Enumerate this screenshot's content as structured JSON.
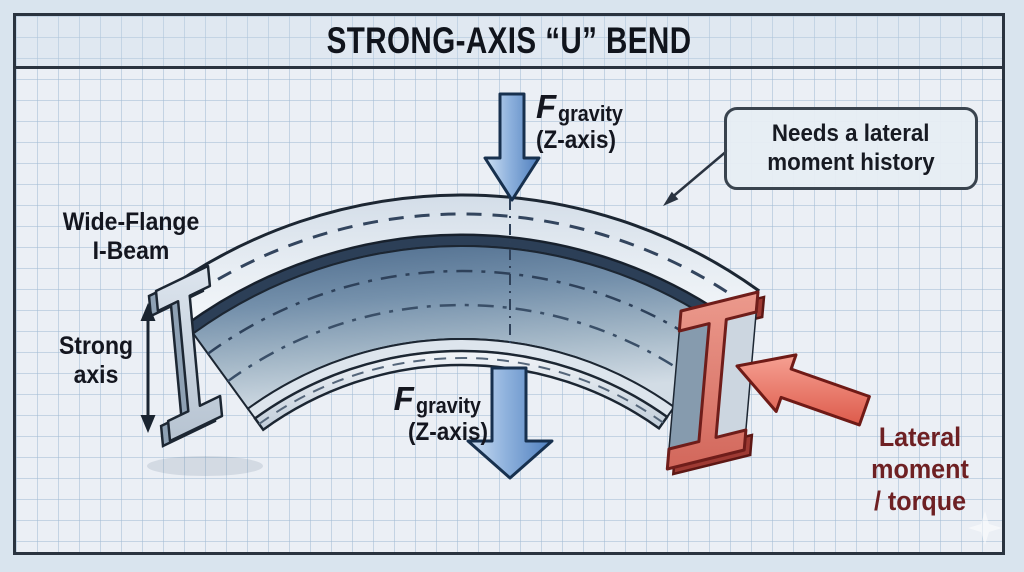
{
  "title": "STRONG-AXIS “U” BEND",
  "labels": {
    "fgravity_top": {
      "f": "F",
      "sub": "gravity",
      "axis": "(Z-axis)"
    },
    "fgravity_bottom": {
      "f": "F",
      "sub": "gravity",
      "axis": "(Z-axis)"
    },
    "beam": {
      "line1": "Wide-Flange",
      "line2": "I-Beam"
    },
    "strong_axis": {
      "line1": "Strong",
      "line2": "axis"
    },
    "callout": {
      "line1": "Needs a lateral",
      "line2": "moment history"
    },
    "lateral": {
      "line1": "Lateral",
      "line2": "moment",
      "line3": "/ torque"
    }
  },
  "icons": {
    "gravity_arrow_top": "down-arrow",
    "gravity_arrow_bottom": "down-arrow",
    "lateral_moment_arrow": "up-left-arrow",
    "strong_axis_arrow": "vertical-double-arrow",
    "callout_pointer": "thin-arrow",
    "watermark": "four-point-star"
  },
  "colors": {
    "paper": "#ebeff5",
    "grid_line": "#a3bcd5",
    "frame_border": "#2a333f",
    "title_text": "#10141c",
    "label_text": "#14161f",
    "gravity_arrow_blue": "#4f7fbe",
    "gravity_arrow_outline": "#17304e",
    "lateral_arrow_red": "#dd5b4b",
    "lateral_arrow_outline": "#6f1a16",
    "lateral_text_maroon": "#6e2023",
    "beam_web_blue": "#7490ab",
    "beam_flange_light": "#e8eef4",
    "beam_outline": "#1c2632",
    "highlight_section_red": "#e2837a",
    "callout_bg": "#e7edf3"
  }
}
